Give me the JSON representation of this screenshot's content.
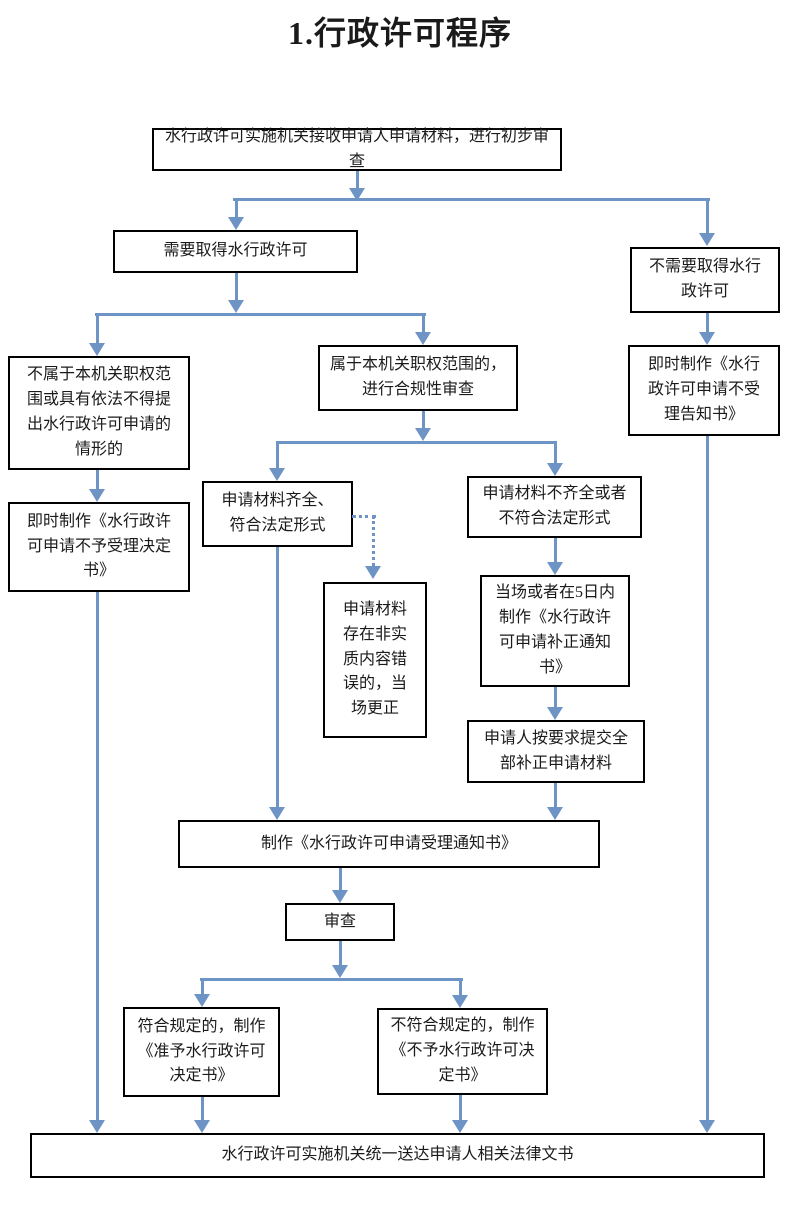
{
  "title": "1.行政许可程序",
  "colors": {
    "connector": "#6e94c5",
    "box_border": "#000000",
    "text": "#1a1a1a",
    "background": "#ffffff"
  },
  "nodes": {
    "receive": {
      "text": "水行政许可实施机关接收申请人申请材料，进行初步审查"
    },
    "need": {
      "text": "需要取得水行政许可"
    },
    "noneed": {
      "text": "不需要取得水行政许可"
    },
    "notscope": {
      "text": "不属于本机关职权范围或具有依法不得提出水行政许可申请的情形的"
    },
    "inscope": {
      "text": "属于本机关职权范围的，进行合规性审查"
    },
    "noticena": {
      "text": "即时制作《水行政许可申请不受理告知书》"
    },
    "decisionna": {
      "text": "即时制作《水行政许可申请不予受理决定书》"
    },
    "complete": {
      "text": "申请材料齐全、符合法定形式"
    },
    "incomplete": {
      "text": "申请材料不齐全或者不符合法定形式"
    },
    "onsite": {
      "text": "申请材料存在非实质内容错误的，当场更正"
    },
    "suppl": {
      "text": "当场或者在5日内制作《水行政许可申请补正通知书》"
    },
    "submit": {
      "text": "申请人按要求提交全部补正申请材料"
    },
    "accept": {
      "text": "制作《水行政许可申请受理通知书》"
    },
    "review": {
      "text": "审查"
    },
    "approve": {
      "text": "符合规定的，制作《准予水行政许可决定书》"
    },
    "deny": {
      "text": "不符合规定的，制作《不予水行政许可决定书》"
    },
    "deliver": {
      "text": "水行政许可实施机关统一送达申请人相关法律文书"
    }
  },
  "edges": [
    {
      "from": "receive",
      "to": "need",
      "style": "solid"
    },
    {
      "from": "receive",
      "to": "noneed",
      "style": "solid"
    },
    {
      "from": "need",
      "to": "notscope",
      "style": "solid"
    },
    {
      "from": "need",
      "to": "inscope",
      "style": "solid"
    },
    {
      "from": "noneed",
      "to": "noticena",
      "style": "solid"
    },
    {
      "from": "notscope",
      "to": "decisionna",
      "style": "solid"
    },
    {
      "from": "inscope",
      "to": "complete",
      "style": "solid"
    },
    {
      "from": "inscope",
      "to": "incomplete",
      "style": "solid"
    },
    {
      "from": "complete",
      "to": "onsite",
      "style": "dotted"
    },
    {
      "from": "complete",
      "to": "accept",
      "style": "solid"
    },
    {
      "from": "incomplete",
      "to": "suppl",
      "style": "solid"
    },
    {
      "from": "suppl",
      "to": "submit",
      "style": "solid"
    },
    {
      "from": "submit",
      "to": "accept",
      "style": "solid"
    },
    {
      "from": "accept",
      "to": "review",
      "style": "solid"
    },
    {
      "from": "review",
      "to": "approve",
      "style": "solid"
    },
    {
      "from": "review",
      "to": "deny",
      "style": "solid"
    },
    {
      "from": "approve",
      "to": "deliver",
      "style": "solid"
    },
    {
      "from": "deny",
      "to": "deliver",
      "style": "solid"
    },
    {
      "from": "decisionna",
      "to": "deliver",
      "style": "solid"
    },
    {
      "from": "noticena",
      "to": "deliver",
      "style": "solid"
    }
  ]
}
